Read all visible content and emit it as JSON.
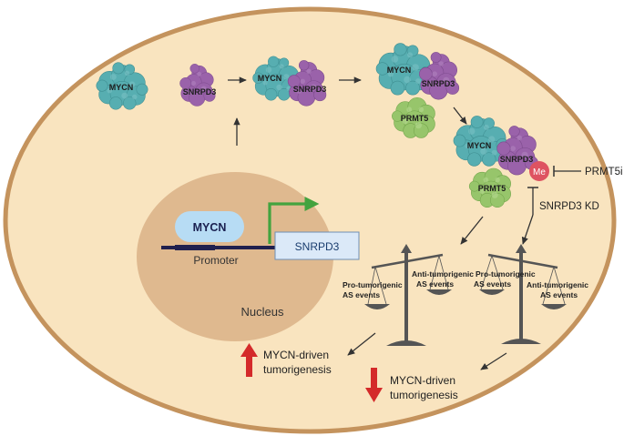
{
  "proteins": {
    "mycn": "MYCN",
    "snrpd3": "SNRPD3",
    "prmt5": "PRMT5",
    "me": "Me"
  },
  "nucleus": {
    "label": "Nucleus",
    "gene_mycn": "MYCN",
    "promoter": "Promoter",
    "gene_snrpd3": "SNRPD3"
  },
  "inhibitors": {
    "prmt5i": "PRMT5i",
    "snrpd3_kd": "SNRPD3 KD"
  },
  "scales": {
    "pro_tumorigenic": "Pro-tumorigenic",
    "anti_tumorigenic": "Anti-tumorigenic",
    "as_events": "AS events"
  },
  "outcomes": {
    "line1": "MYCN-driven",
    "line2": "tumorigenesis"
  },
  "colors": {
    "cell_fill": "#f9e4bf",
    "cell_border": "#c4935d",
    "nucleus_fill": "#dfb98f",
    "mycn": "#57aeb1",
    "snrpd3": "#9a62aa",
    "prmt5": "#97c56b",
    "me": "#de5361",
    "arrow_red": "#d42a2a",
    "arrow_green": "#43a33f",
    "mycn_pill": "#b7dcf4",
    "snrpd3_box": "#dbe9f8"
  }
}
